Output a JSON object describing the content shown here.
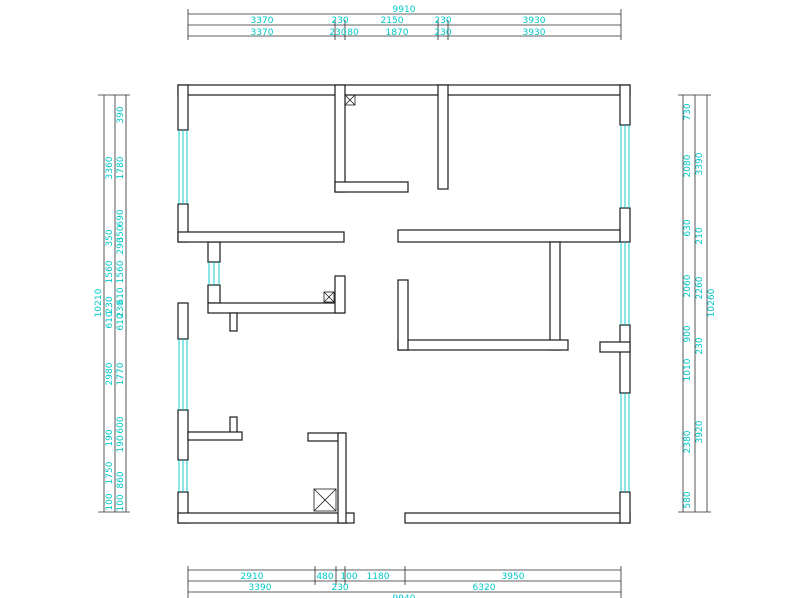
{
  "colors": {
    "dimension_text": "#00c8c8",
    "wall": "#1a1a1a",
    "window": "#00c8c8"
  },
  "dimensions": {
    "top_total": "9910",
    "top_row1": [
      "3370",
      "230",
      "2150",
      "230",
      "3930"
    ],
    "top_row2": [
      "3370",
      "230",
      "80",
      "1870",
      "230",
      "3930"
    ],
    "bottom_row1": [
      "2910",
      "480",
      "100",
      "1180",
      "3950"
    ],
    "bottom_row2": [
      "3390",
      "230",
      "6320"
    ],
    "bottom_total": "9940",
    "left_inner": [
      "390",
      "1780",
      "690",
      "350",
      "290",
      "1560",
      "610",
      "230",
      "610",
      "1770",
      "600",
      "190",
      "860",
      "100"
    ],
    "left_mid": [
      "3360",
      "350",
      "1560",
      "230",
      "610",
      "2980",
      "190",
      "1750",
      "100"
    ],
    "left_total": "10210",
    "right_inner": [
      "730",
      "2080",
      "630",
      "2060",
      "900",
      "1010",
      "2380",
      "580"
    ],
    "right_mid": [
      "3390",
      "210",
      "2260",
      "230",
      "3920"
    ],
    "right_total": "10260"
  }
}
